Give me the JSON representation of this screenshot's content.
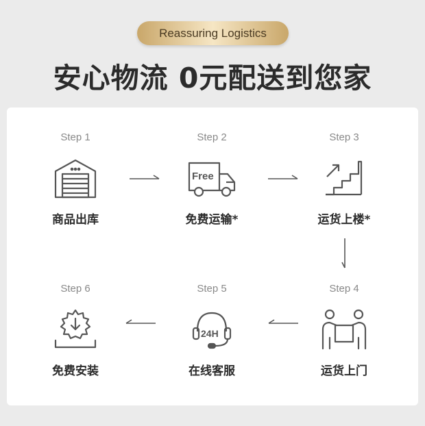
{
  "badge": "Reassuring Logistics",
  "headline": "安心物流 0元配送到您家",
  "steps": [
    {
      "num": "Step 1",
      "label": "商品出库",
      "icon": "warehouse-icon"
    },
    {
      "num": "Step 2",
      "label": "免费运输*",
      "icon": "free-truck-icon",
      "icon_text": "Free"
    },
    {
      "num": "Step 3",
      "label": "运货上楼*",
      "icon": "stairs-up-icon"
    },
    {
      "num": "Step 4",
      "label": "运货上门",
      "icon": "delivery-people-icon"
    },
    {
      "num": "Step 5",
      "label": "在线客服",
      "icon": "headset-24h-icon",
      "icon_text": "24H"
    },
    {
      "num": "Step 6",
      "label": "免费安装",
      "icon": "install-gear-icon"
    }
  ],
  "colors": {
    "background": "#ebebeb",
    "card": "#ffffff",
    "badge_gold": "#d8b87e",
    "icon_stroke": "#555555",
    "text_dark": "#2b2b2b",
    "text_muted": "#888888"
  }
}
